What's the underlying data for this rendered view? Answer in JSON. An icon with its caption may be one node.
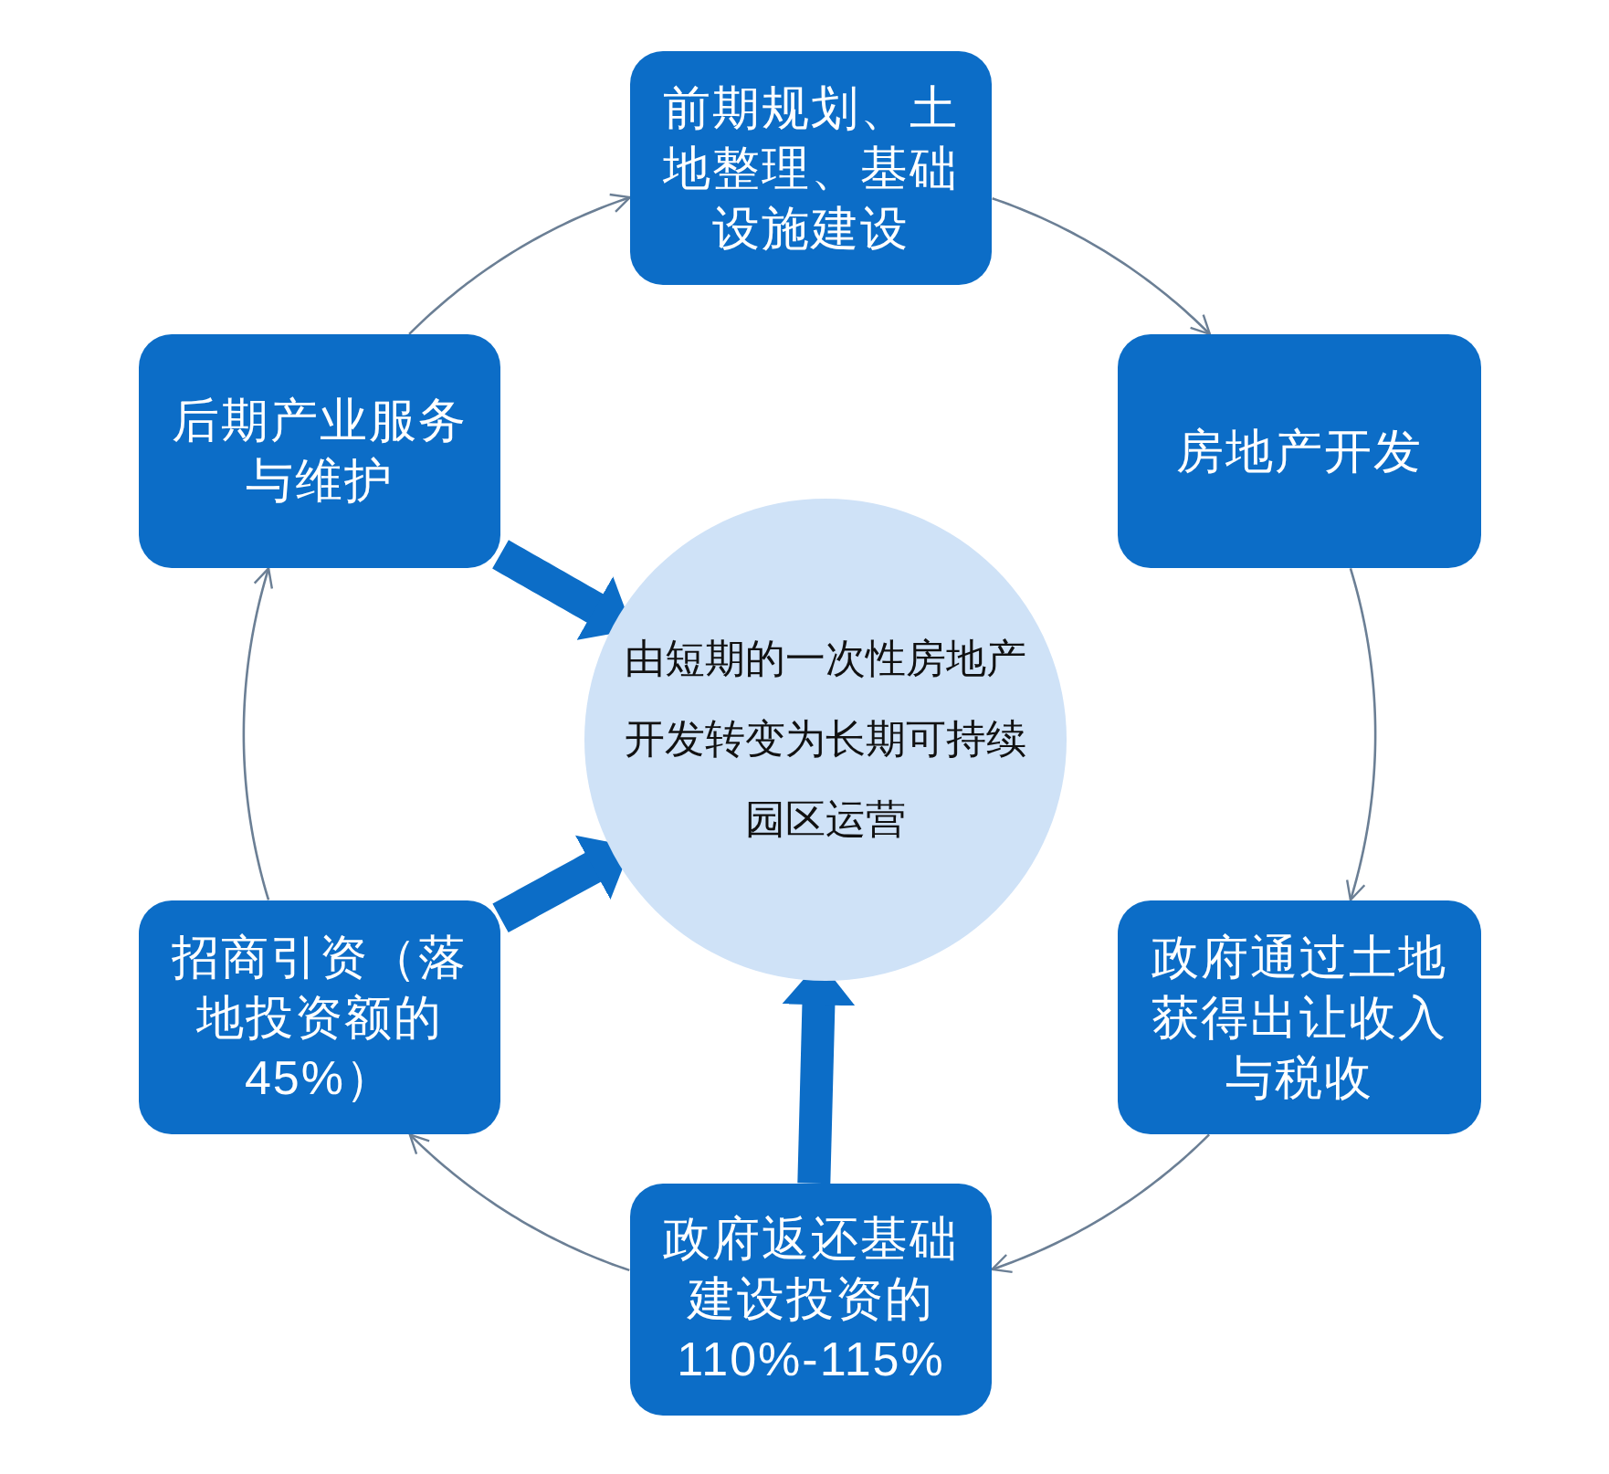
{
  "diagram": {
    "nodes": [
      {
        "text": [
          "前期规划、土地整理、基础设施建设"
        ]
      },
      {
        "text": [
          "后期产业服务与维护"
        ]
      },
      {
        "text": [
          "房地产开发"
        ]
      },
      {
        "text": [
          "由短期的一次性房地产开发转变为长期可持续园区运营"
        ]
      },
      {
        "text": [
          "招商引资（落地投资额的45%）"
        ]
      },
      {
        "text": [
          "政府通过土地获得出让收入与税收"
        ]
      },
      {
        "text": [
          "政府返还基础建设投资的110%-115%"
        ]
      }
    ],
    "edges": [
      {
        "from": 0,
        "to": 2,
        "arrow": "to"
      },
      {
        "from": 2,
        "to": 5,
        "arrow": "to"
      },
      {
        "from": 5,
        "to": 6,
        "arrow": "to"
      },
      {
        "from": 6,
        "to": 4,
        "arrow": "to"
      },
      {
        "from": 4,
        "to": 1,
        "arrow": "to"
      },
      {
        "from": 1,
        "to": 0,
        "arrow": "to"
      },
      {
        "from": 1,
        "to": 3,
        "arrow": "to",
        "style": "thick",
        "color": "#0c6dc7"
      },
      {
        "from": 4,
        "to": 3,
        "arrow": "to",
        "style": "thick",
        "color": "#0c6dc7"
      },
      {
        "from": 6,
        "to": 3,
        "arrow": "to",
        "style": "thick",
        "color": "#0c6dc7"
      }
    ]
  }
}
